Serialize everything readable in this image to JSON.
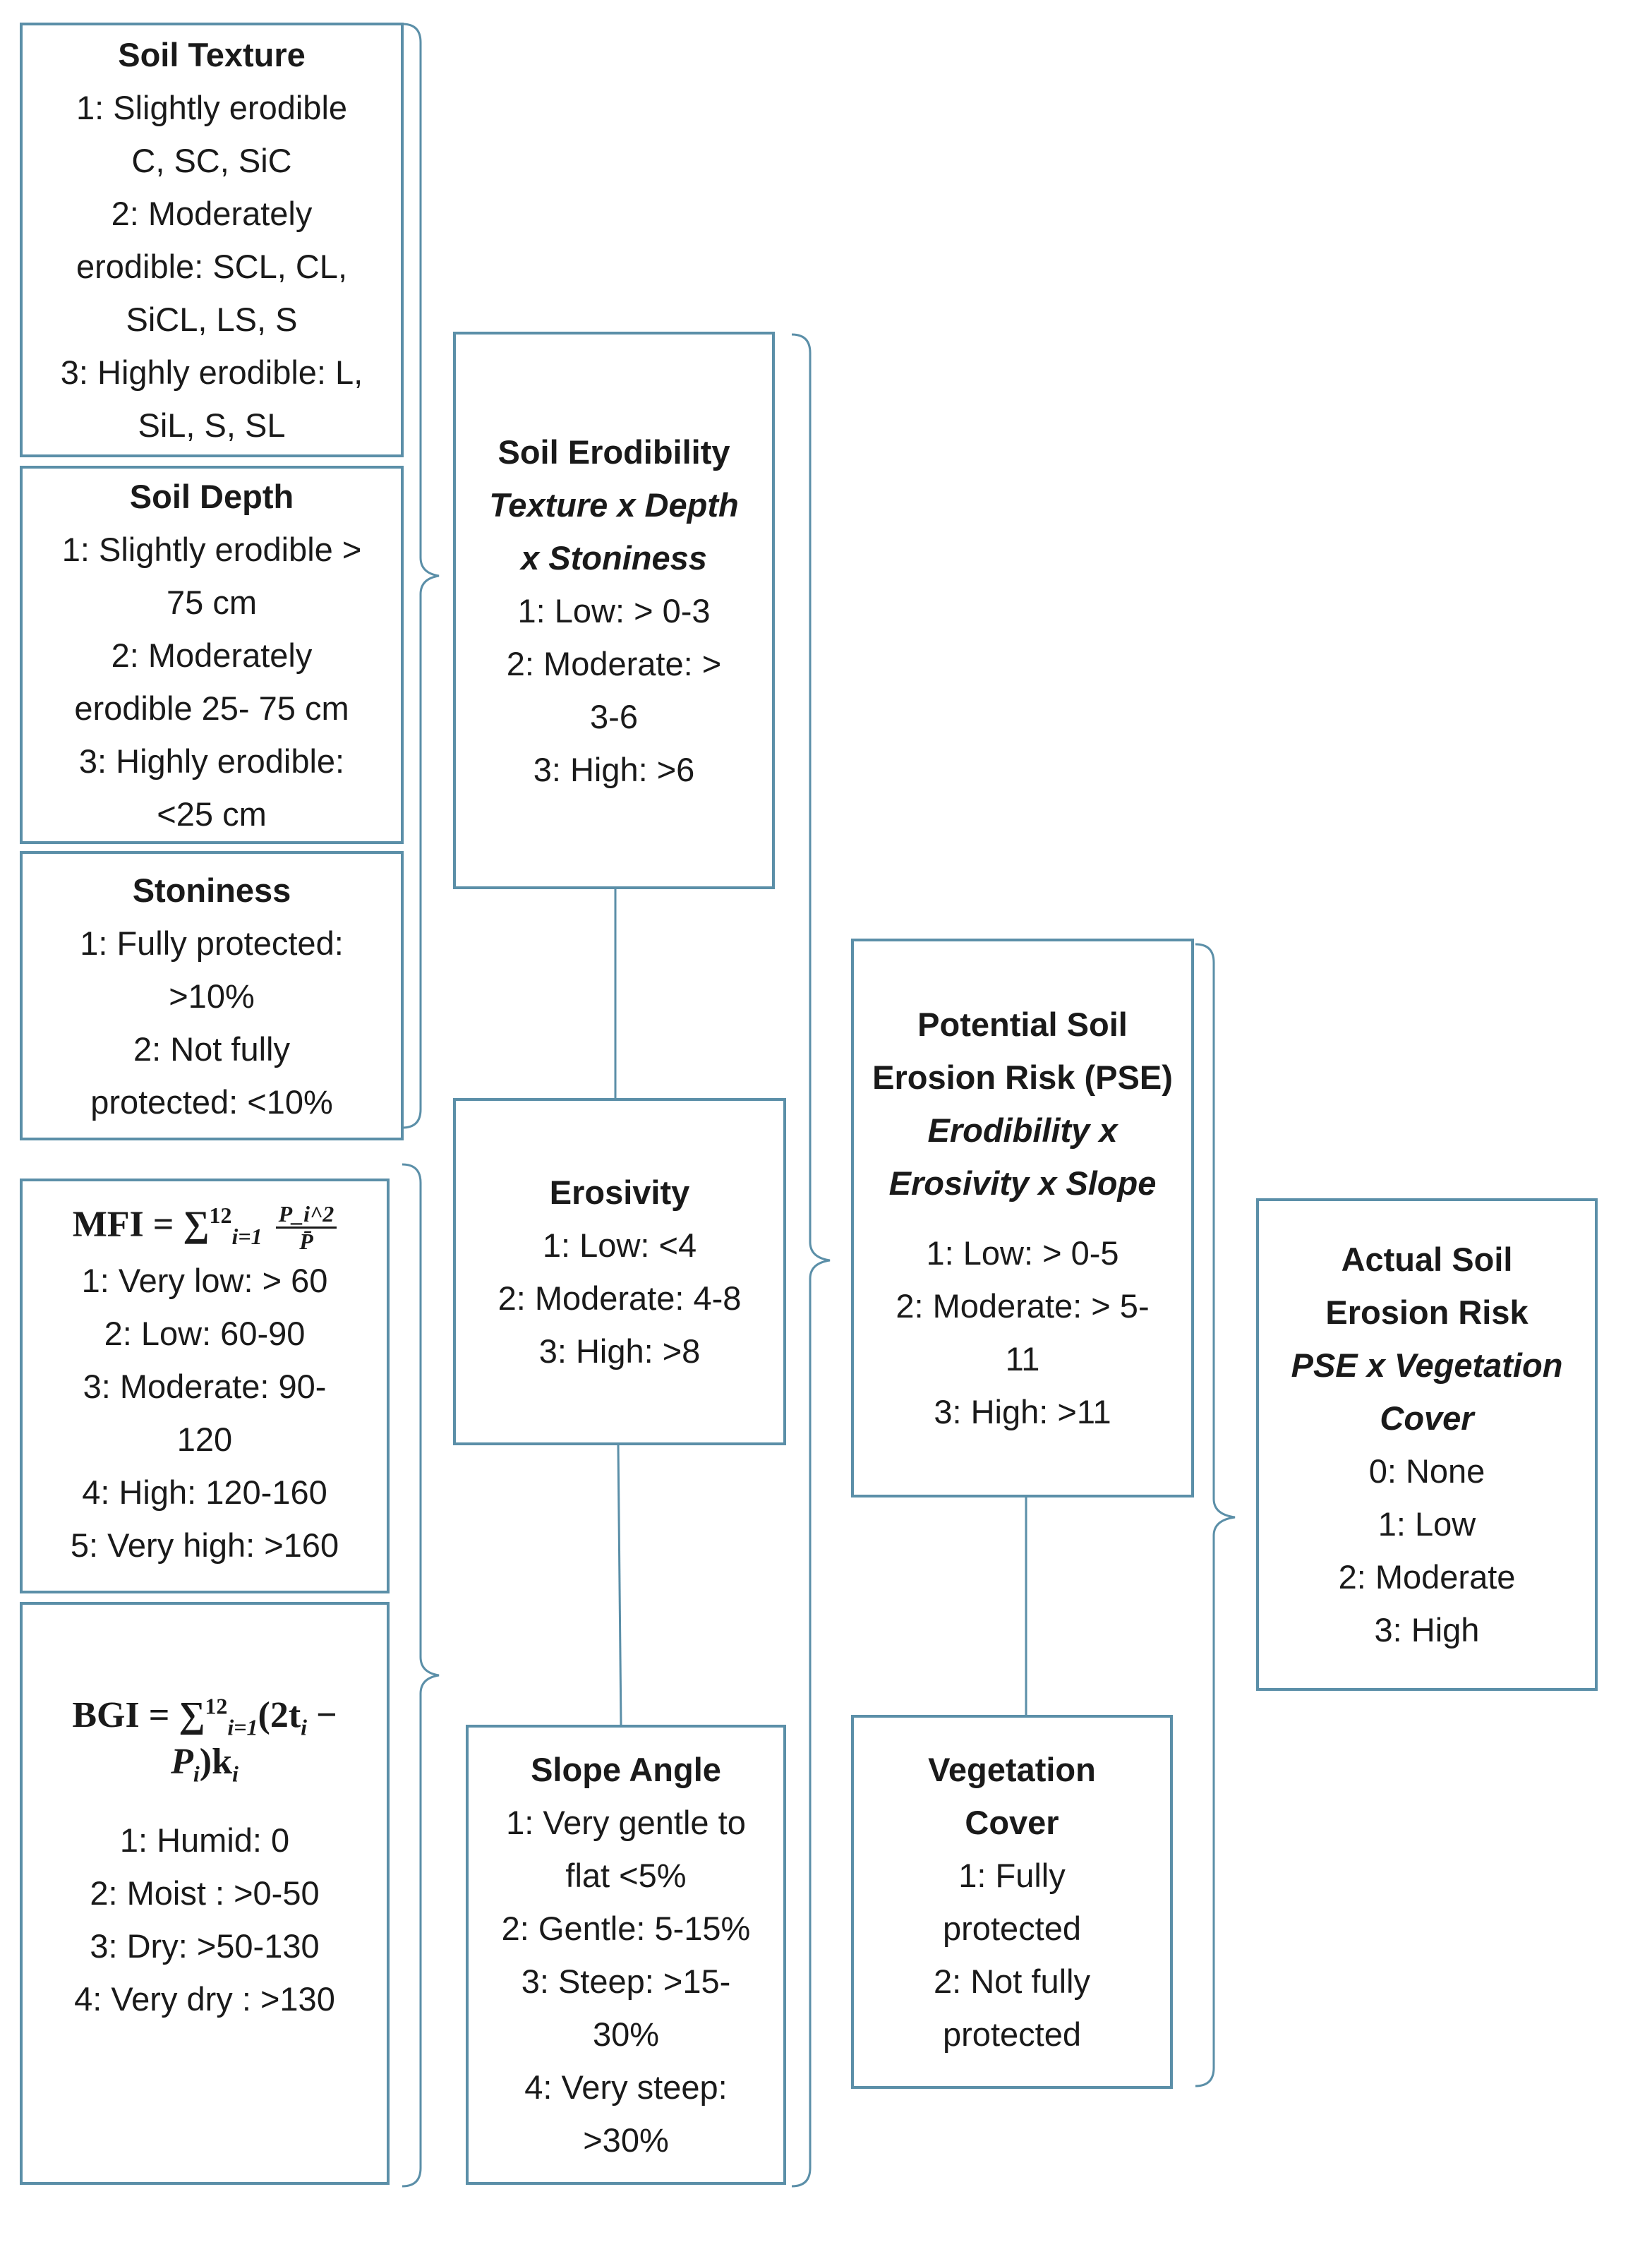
{
  "texture": {
    "title": "Soil Texture",
    "lines": [
      "1: Slightly erodible",
      "C, SC, SiC",
      "2: Moderately",
      "erodible: SCL, CL,",
      "SiCL, LS, S",
      "3: Highly erodible: L,",
      "SiL, S, SL"
    ]
  },
  "depth": {
    "title": "Soil Depth",
    "lines": [
      "1: Slightly erodible >",
      "75 cm",
      "2: Moderately",
      "erodible 25- 75 cm",
      "3: Highly erodible:",
      "<25 cm"
    ]
  },
  "stoniness": {
    "title": "Stoniness",
    "lines": [
      "1: Fully protected:",
      ">10%",
      "2: Not fully",
      "protected:  <10%"
    ]
  },
  "mfi": {
    "formula_label": "MFI",
    "formula_upper": "12",
    "formula_lower": "i=1",
    "formula_num": "P_i^2",
    "formula_den": "P̄",
    "lines": [
      "1: Very low:  > 60",
      "2: Low: 60-90",
      "3: Moderate: 90-",
      "120",
      "4: High:  120-160",
      "5: Very high: >160"
    ]
  },
  "bgi": {
    "formula_label": "BGI",
    "formula_upper": "12",
    "formula_lower": "i=1",
    "formula_line1": "(2t",
    "formula_sub1": "i",
    "formula_dash": " −",
    "formula_line2a": "P",
    "formula_sub2": "i",
    "formula_line2b": ")k",
    "formula_sub3": "i",
    "lines": [
      "1: Humid: 0",
      "2: Moist : >0-50",
      "3: Dry: >50-130",
      "4: Very dry : >130"
    ]
  },
  "erodibility": {
    "title": "Soil Erodibility",
    "formula_lines": [
      "Texture x Depth",
      "x Stoniness"
    ],
    "lines": [
      "1: Low:  > 0-3",
      "2: Moderate: >",
      "3-6",
      "3: High: >6"
    ]
  },
  "erosivity": {
    "title": "Erosivity",
    "lines": [
      "1: Low: <4",
      "2: Moderate: 4-8",
      "3: High: >8"
    ]
  },
  "slope": {
    "title": "Slope Angle",
    "lines": [
      "1: Very gentle to",
      "flat <5%",
      "2: Gentle: 5-15%",
      "3: Steep: >15-",
      "30%",
      "4: Very steep:",
      ">30%"
    ]
  },
  "pse": {
    "title_lines": [
      "Potential Soil",
      "Erosion Risk (PSE)"
    ],
    "formula_lines": [
      "Erodibility x",
      "Erosivity x Slope"
    ],
    "lines": [
      "1: Low: > 0-5",
      "2: Moderate: > 5-",
      "11",
      "3: High: >11"
    ]
  },
  "vegetation": {
    "title_lines": [
      "Vegetation",
      "Cover"
    ],
    "lines": [
      "1: Fully",
      "protected",
      "2: Not fully",
      "protected"
    ]
  },
  "actual": {
    "title_lines": [
      "Actual Soil",
      "Erosion Risk"
    ],
    "formula_lines": [
      "PSE x Vegetation",
      "Cover"
    ],
    "lines": [
      "0: None",
      "1: Low",
      "2: Moderate",
      "3: High"
    ]
  },
  "colors": {
    "border": "#5b8fa8",
    "text": "#1a1a1a"
  }
}
